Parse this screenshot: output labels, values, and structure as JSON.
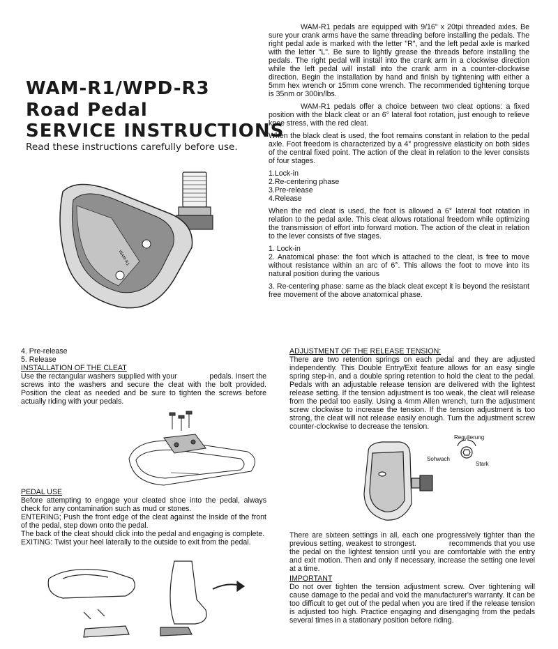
{
  "header": {
    "title_line1": "WAM-R1/WPD-R3",
    "title_line2": "Road Pedal",
    "title_line3": "SERVICE INSTRUCTIONS",
    "subtitle": "Read these instructions carefully before use."
  },
  "intro": {
    "threading": "WAM-R1 pedals are equipped with 9/16\" x 20tpi threaded axles.  Be sure your crank arms have the same threading before installing the pedals. The right pedal axle is marked with the letter \"R\", and the left pedal axle is marked with the letter \"L\". Be sure to lightly grease the threads before installing the pedals. The right pedal will install into the crank arm in a clockwise direction while the left pedal will install into the crank arm in a counter-clockwise direction. Begin the installation by hand and finish by tightening with either a 5mm hex wrench or 15mm cone wrench. The recommended tightening torque is 35nm or 300in/lbs.",
    "cleat_options": "WAM-R1 pedals offer a choice between two cleat options: a fixed position with the black cleat or an 6° lateral foot rotation, just enough to relieve knee stress, with the red cleat.",
    "black_cleat": "When the black cleat is used, the foot remains constant in relation to the pedal axle. Foot freedom is characterized by a 4° progressive elasticity on both sides of the central fixed point. The action of the cleat in relation to the lever consists of four stages.",
    "black_stages": [
      "1.Lock-in",
      "2.Re-centering phase",
      "3.Pre-release",
      "4.Release"
    ],
    "red_cleat": "When the red cleat is used, the foot is allowed a 6° lateral foot rotation in relation to the pedal axle. This cleat allows rotational freedom while optimizing the transmission of effort into forward motion. The action of the cleat in relation to the lever consists of five stages.",
    "red_stage_1": "1. Lock-in",
    "red_stage_2": "2. Anatomical phase: the foot which is attached to the cleat, is free to move without resistance  within an arc of 6°. This allows the foot to move  into its natural position during the various",
    "red_stage_3": "3. Re-centering phase: same as the black cleat except it is beyond the resistant free movement  of the above anatomical phase."
  },
  "left_col": {
    "stage_4": "4. Pre-release",
    "stage_5": "5. Release",
    "install_heading": "INSTALLATION OF THE CLEAT",
    "install_text": "Use the rectangular washers supplied with your               pedals. Insert the screws into the washers and secure the cleat with the bolt provided. Position the cleat as needed and be sure to tighten the screws before actually riding with your pedals.",
    "use_heading": "PEDAL USE",
    "use_p1": "Before attempting to engage your cleated shoe into the pedal, always check for any contamination such as mud or stones.",
    "use_p2": "ENTERING; Push the front edge of the cleat against the inside of the front of the pedal, step down onto the pedal.",
    "use_p3": "The back of the cleat should click into the pedal and engaging is complete.",
    "use_p4": "EXITING: Twist your heel laterally to the outside to exit from the pedal."
  },
  "right_col": {
    "tension_heading": "ADJUSTMENT OF THE RELEASE TENSION:",
    "tension_text": "There are two retention springs on each pedal and they are adjusted independently. This Double Entry/Exit feature allows for an easy single spring step-in, and a double spring retention to hold the cleat to the pedal. Pedals with an adjustable release tension are delivered with the lightest release setting. If the tension adjustment is too weak, the cleat will release from the pedal too easily.  Using a 4mm Allen wrench, turn the adjustment screw clockwise to increase the tension. If the tension adjustment is too strong, the cleat will not release easily enough. Turn the adjustment screw counter-clockwise to decrease the tension.",
    "label_regulierung": "Regulierung",
    "label_schwach": "Sohwach",
    "label_stark": "Stark",
    "settings_text": "There are sixteen settings in all, each one progressively tighter than the previous setting, weakest to strongest.              recommends that you use the pedal on the lightest tension until you are comfortable with the entry and exit motion. Then and only if necessary, increase the setting one level at a time.",
    "important_heading": "IMPORTANT",
    "important_text": "Do not over tighten the tension adjustment screw. Over tightening will cause damage to the pedal and void the manufacturer's warranty. It can be too difficult to get out of the pedal when you are tired if the release tension is adjusted too high. Practice engaging and disengaging from the pedals several times in a stationary position before riding."
  },
  "illustration": {
    "pedal_label": "WAM-R1"
  }
}
